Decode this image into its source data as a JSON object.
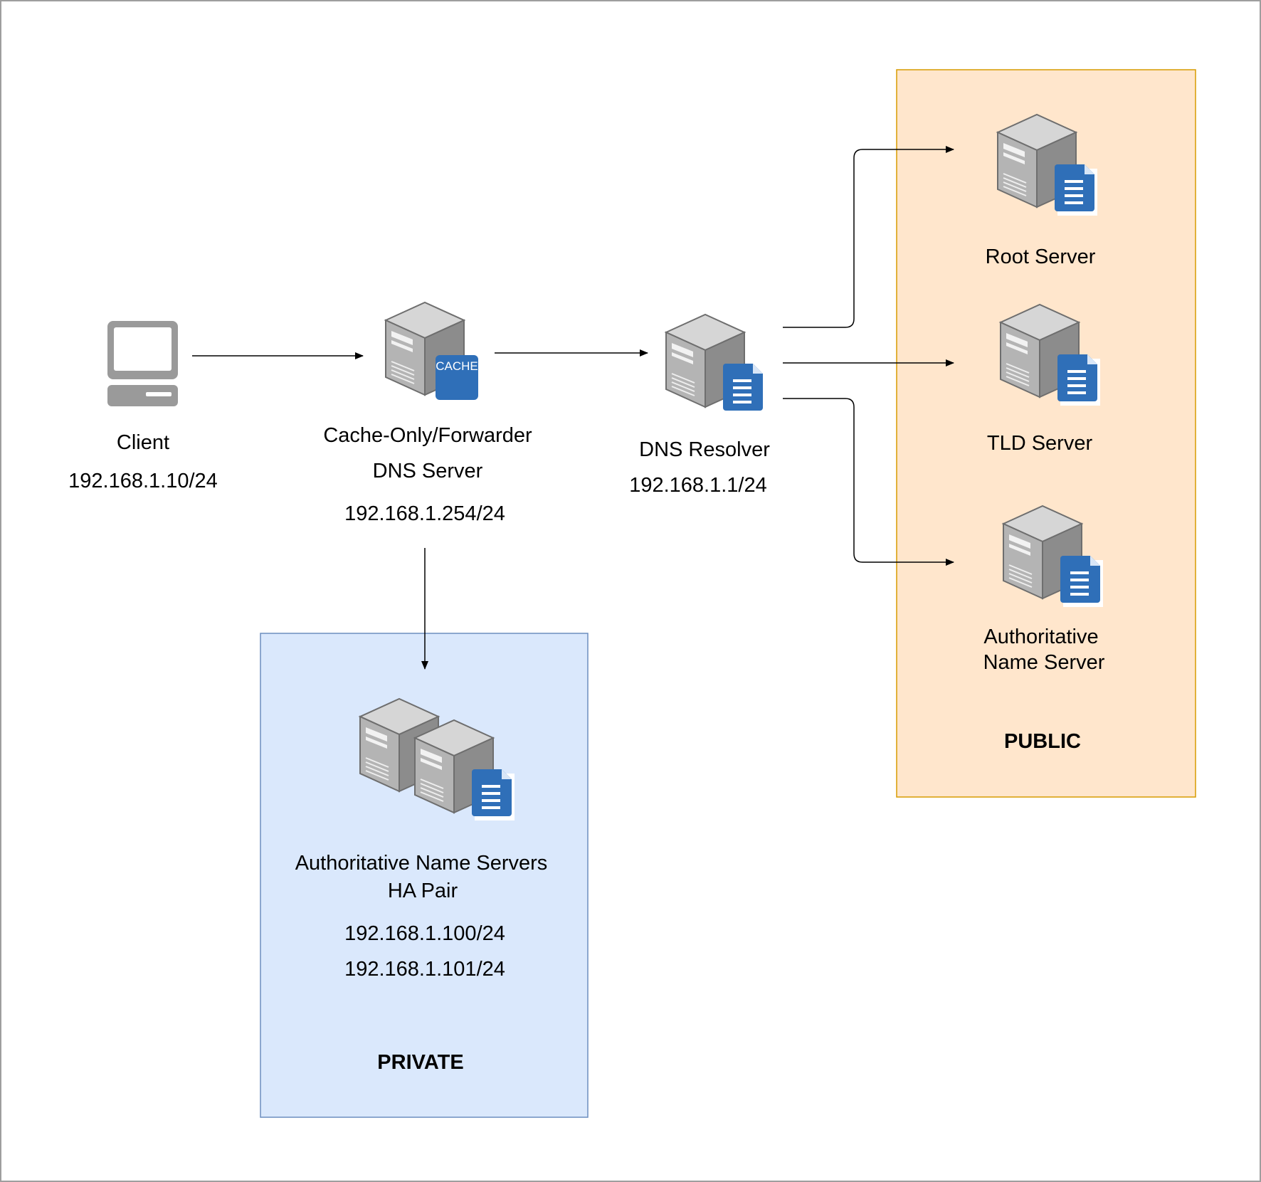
{
  "colors": {
    "private_fill": "#dae8fc",
    "private_stroke": "#6c8ebf",
    "public_fill": "#ffe6cc",
    "public_stroke": "#d79b00",
    "server_light": "#c8c8c8",
    "server_dark": "#8a8a8a",
    "doc_blue": "#2f6fb8",
    "frame": "#9e9e9e"
  },
  "nodes": {
    "client": {
      "icon": "monitor-icon",
      "name": "Client",
      "ip": "192.168.1.10/24"
    },
    "forwarder": {
      "icon": "cache-server-icon",
      "badge": "CACHE",
      "name_line1": "Cache-Only/Forwarder",
      "name_line2": "DNS Server",
      "ip": "192.168.1.254/24"
    },
    "resolver": {
      "icon": "dns-server-icon",
      "name": "DNS Resolver",
      "ip": "192.168.1.1/24"
    },
    "root": {
      "icon": "dns-server-icon",
      "name": "Root Server"
    },
    "tld": {
      "icon": "dns-server-icon",
      "name": "TLD Server"
    },
    "auth_public": {
      "icon": "dns-server-icon",
      "name_line1": "Authoritative",
      "name_line2": "Name Server"
    },
    "auth_private": {
      "icon": "server-pair-icon",
      "name_line1": "Authoritative Name Servers",
      "name_line2": "HA Pair",
      "ip1": "192.168.1.100/24",
      "ip2": "192.168.1.101/24"
    }
  },
  "zones": {
    "private": {
      "title": "PRIVATE"
    },
    "public": {
      "title": "PUBLIC"
    }
  },
  "edges": [
    {
      "from": "client",
      "to": "forwarder"
    },
    {
      "from": "forwarder",
      "to": "resolver"
    },
    {
      "from": "resolver",
      "to": "root"
    },
    {
      "from": "resolver",
      "to": "tld"
    },
    {
      "from": "resolver",
      "to": "auth_public"
    },
    {
      "from": "forwarder",
      "to": "auth_private"
    }
  ]
}
